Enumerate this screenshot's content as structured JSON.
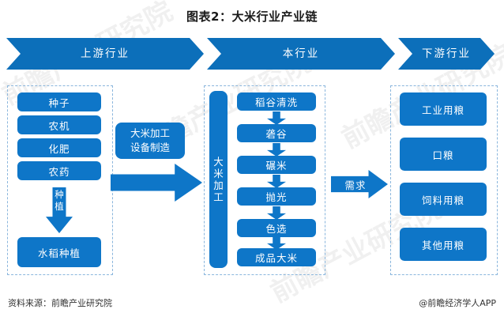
{
  "title": "图表2：大米行业产业链",
  "banners": [
    {
      "label": "上游行业"
    },
    {
      "label": "本行业"
    },
    {
      "label": "下游行业"
    }
  ],
  "upstream": {
    "inputs": [
      {
        "label": "种子"
      },
      {
        "label": "农机"
      },
      {
        "label": "化肥"
      },
      {
        "label": "农药"
      }
    ],
    "arrow_label_line1": "种",
    "arrow_label_line2": "植",
    "output": {
      "label": "水稻种植"
    },
    "equipment": {
      "line1": "大米加工",
      "line2": "设备制造"
    }
  },
  "midstream": {
    "vertical_bar": {
      "c1": "大",
      "c2": "米",
      "c3": "加",
      "c4": "工"
    },
    "steps": [
      {
        "label": "稻谷清洗"
      },
      {
        "label": "砻谷"
      },
      {
        "label": "碾米"
      },
      {
        "label": "抛光"
      },
      {
        "label": "色选"
      },
      {
        "label": "成品大米"
      }
    ]
  },
  "downstream": {
    "demand_label": "需求",
    "uses": [
      {
        "label": "工业用粮"
      },
      {
        "label": "口粮"
      },
      {
        "label": "饲料用粮"
      },
      {
        "label": "其他用粮"
      }
    ]
  },
  "footer": {
    "source": "资料来源：前瞻产业研究院",
    "credit": "@前瞻经济学人APP"
  },
  "watermarks": [
    {
      "text": "前瞻产业研究院"
    },
    {
      "text": "前瞻产业研究院"
    },
    {
      "text": "前瞻产业研究院"
    },
    {
      "text": "前瞻产业研究院"
    }
  ],
  "colors": {
    "banner_blue": "#0c6fba",
    "node_blue": "#0e76c8",
    "dashed_border": "#8ab6dd",
    "title_text": "#1a1a1a"
  }
}
